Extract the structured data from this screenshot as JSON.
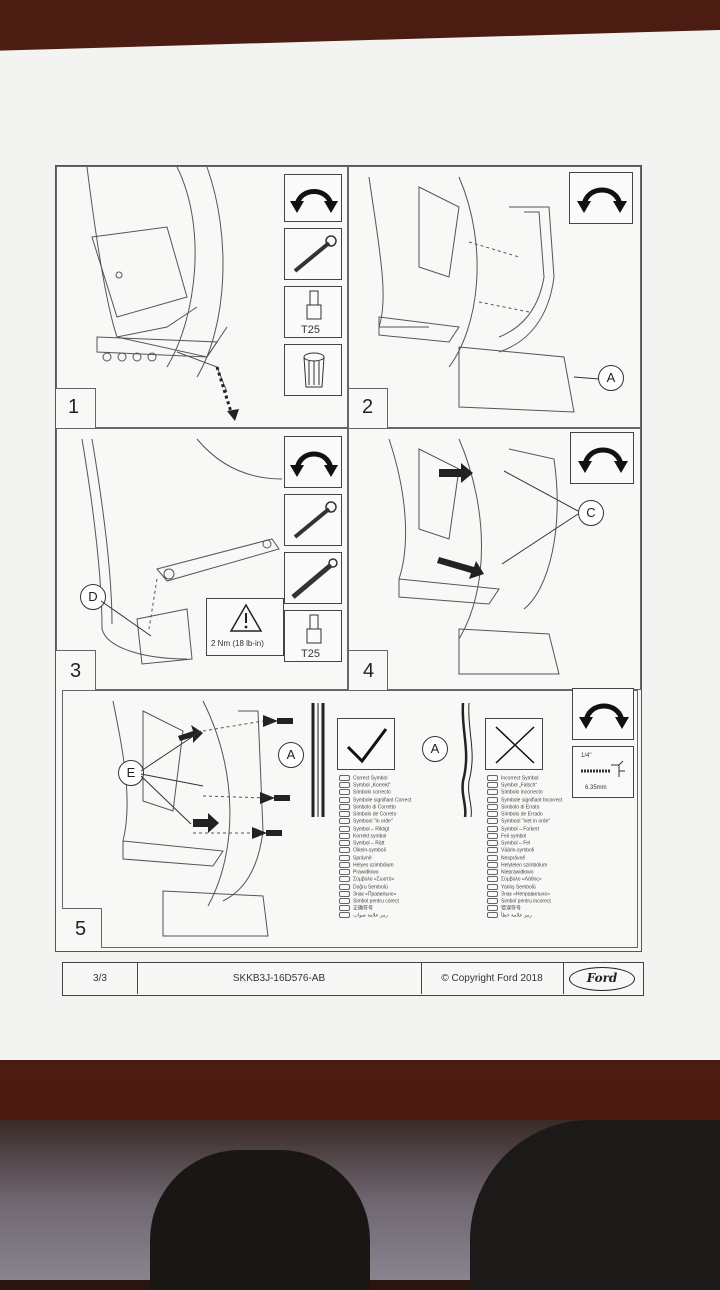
{
  "panels": [
    {
      "num": "1"
    },
    {
      "num": "2"
    },
    {
      "num": "3"
    },
    {
      "num": "4"
    },
    {
      "num": "5"
    }
  ],
  "callouts": {
    "a": "A",
    "c": "C",
    "d": "D",
    "e": "E"
  },
  "tools": {
    "t25": "T25",
    "torque": "2 Nm (18 lb-in)",
    "drill_size": "1/4\"",
    "drill_mm": "6.35mm"
  },
  "correct_symbols": [
    "Correct Symbol",
    "Symbol „Korrekt“",
    "Símbolo correcto",
    "Symbole signifiant Correct",
    "Simbolo di Corretto",
    "Símbolo de Correto",
    "Symbool \"in orde\"",
    "Symbol – Riktigt",
    "Korrekt symbol",
    "Symbol – Rätt",
    "Oikein-symboli",
    "Správně",
    "Helyes szimbólum",
    "Prawidłowo",
    "Σύμβολο «Σωστό»",
    "Doğru Sembolü",
    "Знак «Правильно»",
    "Simbol pentru corect",
    "正确符号",
    "رمز علامة صواب"
  ],
  "incorrect_symbols": [
    "Incorrect Symbol",
    "Symbol „Falsch“",
    "Símbolo incorrecto",
    "Symbole signifiant Incorrect",
    "Simbolo di Errato",
    "Símbolo de Errado",
    "Symbool \"niet in orde\"",
    "Symbol – Forkert",
    "Feil symbol",
    "Symbol – Fel",
    "Väärin-symboli",
    "Nesprávně",
    "Helytelen szimbólum",
    "Nieprawidłowo",
    "Σύμβολο «Λάθος»",
    "Yanlış Sembolü",
    "Знак «Неправильно»",
    "Simbol pentru incorect",
    "错误符号",
    "رمز علامة خطأ"
  ],
  "footer": {
    "page": "3/3",
    "doc_id": "SKKB3J-16D576-AB",
    "copyright": "© Copyright Ford 2018",
    "logo": "Ford"
  },
  "colors": {
    "paper": "#f3f3f1",
    "line": "#555555",
    "background": "#4a1c12"
  }
}
